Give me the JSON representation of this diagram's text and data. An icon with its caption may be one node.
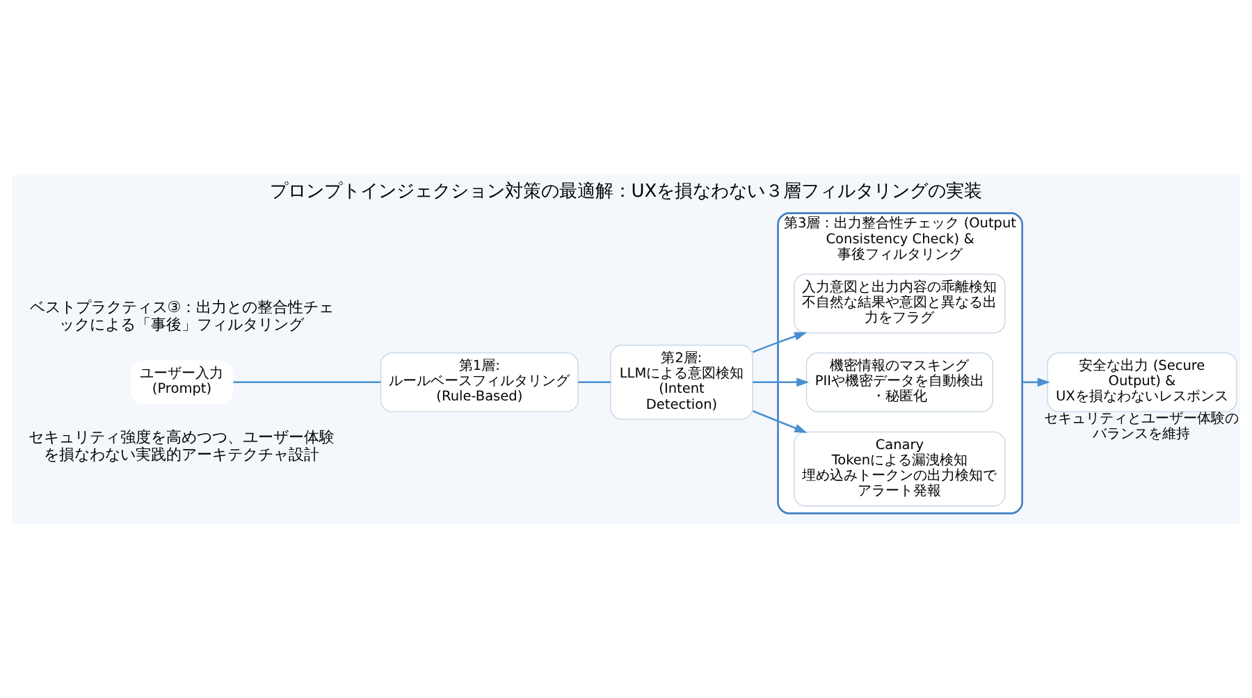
{
  "diagram": {
    "title": "プロンプトインジェクション対策の最適解：UXを損なわない３層フィルタリングの実装",
    "caption": "セキュリティ強度を高めつつ、ユーザー体験を損なわない実践的アーキテクチャ設計",
    "nodes": [
      {
        "text": [
          "ユーザー入力 (Prompt)"
        ]
      },
      {
        "text": [
          "第1層: ルールベースフィルタリング (Rule-Based)"
        ]
      },
      {
        "text": [
          "第2層: LLMによる意図検知 (Intent Detection)"
        ]
      },
      {
        "text": [
          "第3層：出力整合性チェック (Output Consistency Check) & 事後フィルタリング"
        ]
      },
      {
        "text": [
          "入力意図と出力内容の乖離検知",
          "不自然な結果や意図と異なる出力をフラグ"
        ],
        "in": 3
      },
      {
        "text": [
          "機密情報のマスキング",
          "PIIや機密データを自動検出・秘匿化"
        ],
        "in": 3
      },
      {
        "text": [
          "Canary Tokenによる漏洩検知",
          "埋め込みトークンの出力検知でアラート発報"
        ],
        "in": 3
      },
      {
        "text": [
          "安全な出力 (Secure Output) & UXを損なわないレスポンス"
        ],
        "beside": [
          "セキュリティとユーザー体験のバランスを維持"
        ]
      }
    ],
    "edges": [
      {
        "from": 0,
        "to": 1,
        "arrow": "none"
      },
      {
        "from": 1,
        "to": 2,
        "arrow": "none"
      },
      {
        "from": 2,
        "to": 4,
        "arrow": "to"
      },
      {
        "from": 2,
        "to": 5,
        "arrow": "to"
      },
      {
        "from": 2,
        "to": 6,
        "arrow": "to"
      },
      {
        "from": 3,
        "to": 7,
        "arrow": "to"
      }
    ],
    "labels": [
      "ベストプラクティス③：出力との整合性チェックによる「事後」フィルタリング"
    ]
  }
}
